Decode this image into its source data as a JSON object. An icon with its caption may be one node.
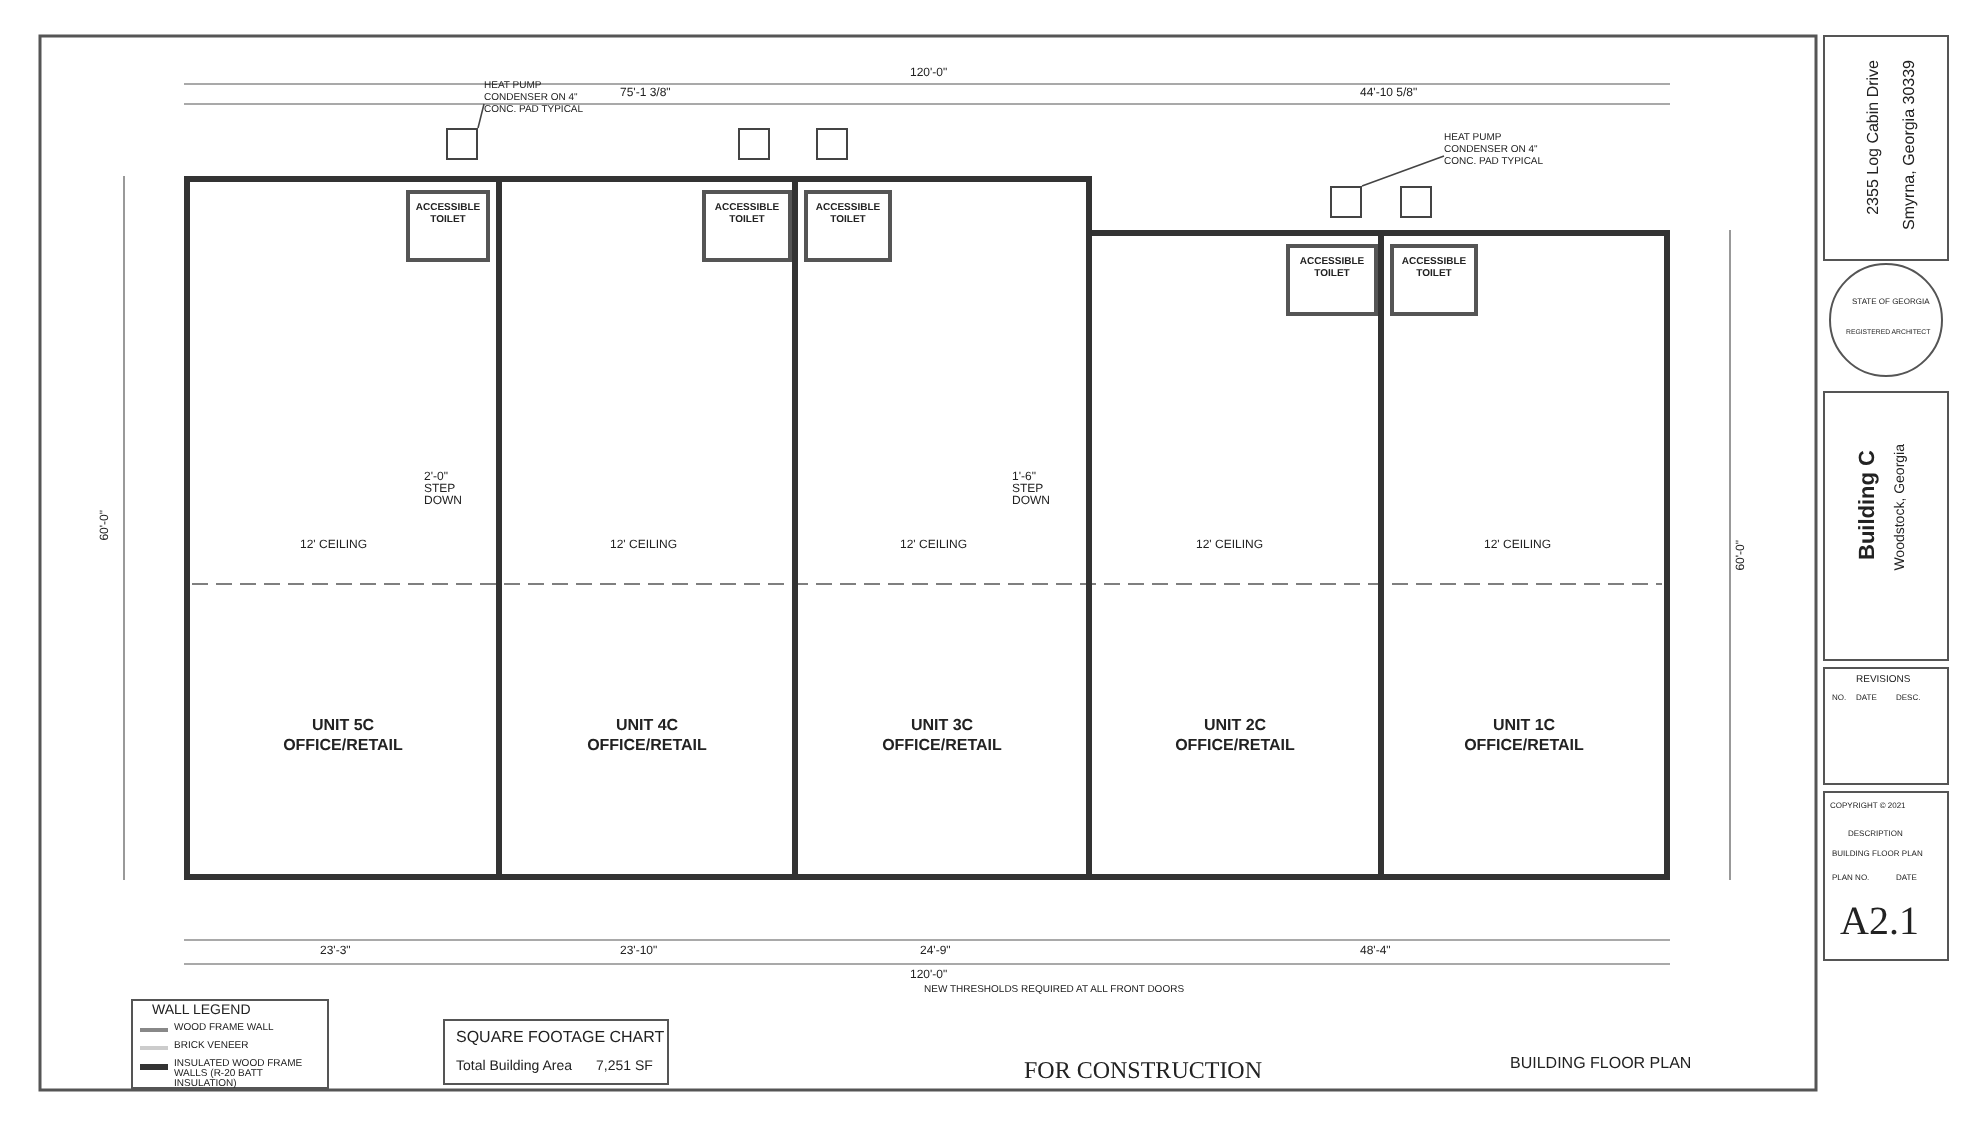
{
  "diagram": {
    "caption": "FOR CONSTRUCTION",
    "nodes": [
      {
        "text": [
          "UNIT 5C",
          "OFFICE/RETAIL"
        ]
      },
      {
        "text": [
          "UNIT 4C",
          "OFFICE/RETAIL"
        ]
      },
      {
        "text": [
          "UNIT 3C",
          "OFFICE/RETAIL"
        ]
      },
      {
        "text": [
          "UNIT 2C",
          "OFFICE/RETAIL"
        ]
      },
      {
        "text": [
          "UNIT 1C",
          "OFFICE/RETAIL"
        ]
      },
      {
        "text": [
          "ACCESSIBLE TOILET"
        ],
        "in": 0
      },
      {
        "text": [
          "ACCESSIBLE TOILET"
        ],
        "in": 1
      },
      {
        "text": [
          "ACCESSIBLE TOILET"
        ],
        "in": 2
      },
      {
        "text": [
          "ACCESSIBLE TOILET"
        ],
        "in": 3
      },
      {
        "text": [
          "ACCESSIBLE TOILET"
        ],
        "in": 4
      },
      {
        "text": [],
        "shape": "box"
      },
      {
        "text": [],
        "shape": "box"
      },
      {
        "text": [],
        "shape": "box"
      },
      {
        "text": [],
        "shape": "box"
      },
      {
        "text": [],
        "shape": "box"
      },
      {
        "text": [
          "HEAT PUMP CONDENSER ON 4\" CONC. PAD TYPICAL"
        ]
      },
      {
        "text": [
          "HEAT PUMP CONDENSER ON 4\" CONC. PAD TYPICAL"
        ]
      }
    ],
    "edges": [
      {
        "from": 15,
        "to": 10,
        "arrow": "none"
      },
      {
        "from": 16,
        "to": 13,
        "arrow": "none"
      }
    ],
    "labels": [
      "120'-0\"",
      "75'-1 3/8\"",
      "44'-10 5/8\"",
      "60'-0\"",
      "60'-0\"",
      "12' CEILING",
      "12' CEILING",
      "12' CEILING",
      "12' CEILING",
      "12' CEILING",
      "2'-0\" STEP DOWN",
      "1'-6\" STEP DOWN",
      "23'-3\"",
      "23'-10\"",
      "24'-9\"",
      "48'-4\"",
      "120'-0\"",
      "NEW THRESHOLDS REQUIRED AT ALL FRONT DOORS",
      "WALL LEGEND",
      "SQUARE FOOTAGE CHART",
      "Total Building Area",
      "7,251 SF",
      "BUILDING FLOOR PLAN",
      "2355 Log Cabin Drive",
      "Smyrna, Georgia 30339",
      "STATE OF GEORGIA",
      "REGISTERED ARCHITECT",
      "Building C",
      "Woodstock, Georgia",
      "REVISIONS",
      "NO.",
      "DATE",
      "DESC.",
      "COPYRIGHT © 2021",
      "DESCRIPTION",
      "BUILDING FLOOR PLAN",
      "PLAN NO.",
      "DATE",
      "A2.1"
    ],
    "legend": [
      {
        "text": "WOOD FRAME WALL"
      },
      {
        "text": "BRICK VENEER"
      },
      {
        "text": "INSULATED WOOD FRAME WALLS (R-20 BATT INSULATION)"
      }
    ]
  }
}
